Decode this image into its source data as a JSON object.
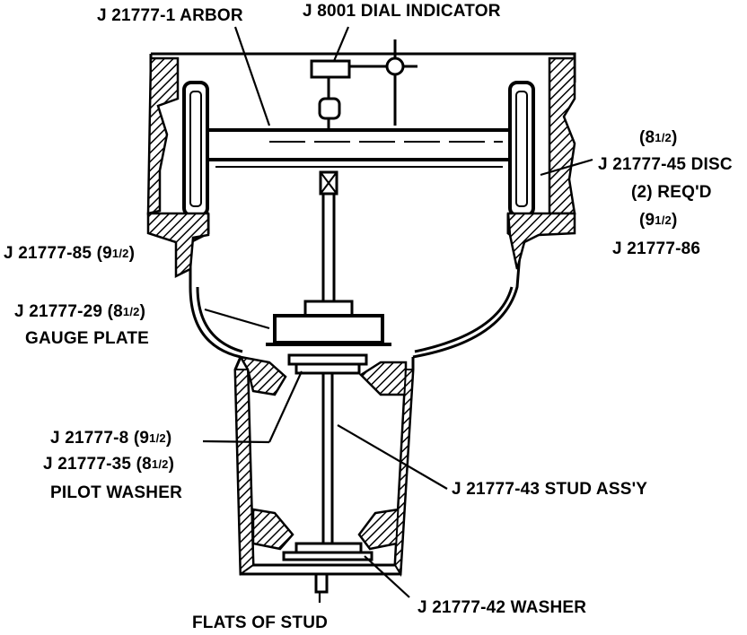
{
  "labels": {
    "arbor": "J 21777-1 ARBOR",
    "dial_indicator": "J 8001 DIAL INDICATOR",
    "disc_top_size": "(8",
    "disc_top_frac": "1/2",
    "disc": "J 21777-45 DISC",
    "disc_qty": "(2) REQ'D",
    "disc_mid_size": "(9",
    "disc_mid_frac": "1/2",
    "disc_86": "J 21777-86",
    "j85": "J 21777-85 (9",
    "j85_frac": "1/2",
    "j29": "J 21777-29 (8",
    "j29_frac": "1/2",
    "gauge_plate": "GAUGE PLATE",
    "j8": "J 21777-8 (9",
    "j8_frac": "1/2",
    "j35": "J 21777-35 (8",
    "j35_frac": "1/2",
    "pilot_washer": "PILOT WASHER",
    "stud_assy": "J 21777-43 STUD ASS'Y",
    "washer": "J 21777-42 WASHER",
    "flats": "FLATS OF STUD"
  },
  "close_paren": ")",
  "colors": {
    "ink": "#000000",
    "paper": "#ffffff"
  }
}
